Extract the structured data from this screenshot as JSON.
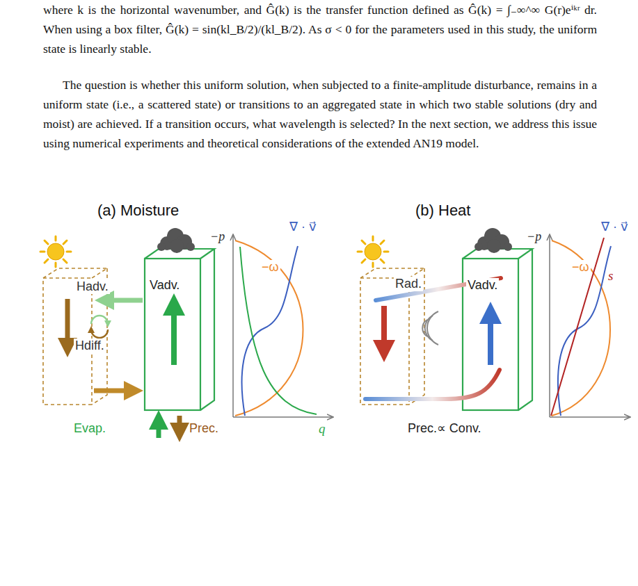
{
  "diagram": {
    "labels": [
      "where k is the horizontal wavenumber, and Ĝ(k) is the transfer function defined as Ĝ(k) = ∫₋∞^∞ G(r)eⁱᵏʳ dr. When using a box filter, Ĝ(k) = sin(kl_B/2)/(kl_B/2). As σ < 0 for the parameters used in this study, the uniform state is linearly stable.",
      "The question is whether this uniform solution, when subjected to a finite-amplitude disturbance, remains in a uniform state (i.e., a scattered state) or transitions to an aggregated state in which two stable solutions (dry and moist) are achieved. If a transition occurs, what wavelength is selected? In the next section, we address this issue using numerical experiments and theoretical considerations of the extended AN19 model.",
      "(a) Moisture",
      "(b) Heat",
      "Hadv.",
      "Vadv.",
      "Hdiff.",
      "Evap.",
      "Prec.",
      "−p",
      "∇ · v⃗",
      "−ω",
      "q",
      "Rad.",
      "Vadv.",
      "Prec.∝ Conv.",
      "−p",
      "∇ · v⃗",
      "−ω",
      "s"
    ]
  }
}
